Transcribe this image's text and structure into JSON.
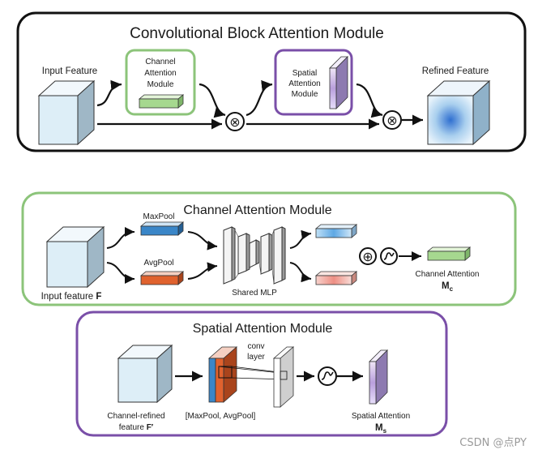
{
  "cbam": {
    "title": "Convolutional Block Attention Module",
    "input_label": "Input Feature",
    "channel_box_lines": [
      "Channel",
      "Attention",
      "Module"
    ],
    "spatial_box_lines": [
      "Spatial",
      "Attention",
      "Module"
    ],
    "refined_label": "Refined Feature",
    "op_multiply": "⊗"
  },
  "channel_module": {
    "title": "Channel Attention Module",
    "input_label_text": "Input feature ",
    "input_label_symbol": "F",
    "maxpool_label": "MaxPool",
    "avgpool_label": "AvgPool",
    "mlp_label": "Shared MLP",
    "op_sum": "⊕",
    "output_label": "Channel Attention",
    "output_symbol": "M",
    "output_symbol_sub": "c"
  },
  "spatial_module": {
    "title": "Spatial Attention Module",
    "input_label_line1": "Channel-refined",
    "input_label_line2_text": "feature ",
    "input_label_line2_symbol": "F′",
    "pool_label": "[MaxPool, AvgPool]",
    "conv_label_lines": [
      "conv",
      "layer"
    ],
    "output_label": "Spatial Attention",
    "output_symbol": "M",
    "output_symbol_sub": "s"
  },
  "watermark": "CSDN @点PY",
  "colors": {
    "green_border": "#8cc47a",
    "purple_border": "#7a4fa8",
    "cube_face": "#ddeef7",
    "maxpool_blue": "#3a86c8",
    "avgpool_orange": "#e0622e",
    "green_bar": "#a6d88f"
  }
}
